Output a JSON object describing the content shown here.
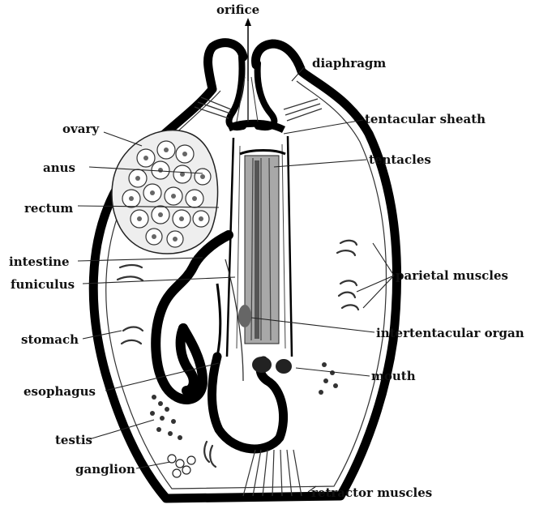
{
  "figure": {
    "labels": {
      "orifice": "orifice",
      "diaphragm": "diaphragm",
      "tentacular_sheath": "tentacular sheath",
      "tentacles": "tentacles",
      "ovary": "ovary",
      "anus": "anus",
      "rectum": "rectum",
      "intestine": "intestine",
      "funiculus": "funiculus",
      "parietal_muscles": "parietal muscles",
      "stomach": "stomach",
      "intertentacular_organ": "intertentacular organ",
      "esophagus": "esophagus",
      "mouth": "mouth",
      "testis": "testis",
      "ganglion": "ganglion",
      "retractor_muscles": "retractor muscles"
    },
    "colors": {
      "ink": "#000000",
      "paper": "#ffffff",
      "tissue": "#9a9a9a"
    }
  }
}
